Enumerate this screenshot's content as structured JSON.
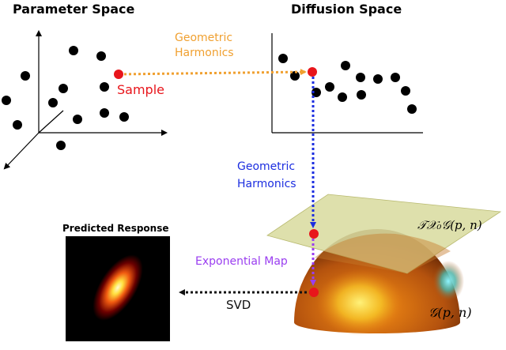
{
  "titles": {
    "parameter_space": "Parameter Space",
    "diffusion_space": "Diffusion Space",
    "predicted_response": "Predicted Response"
  },
  "labels": {
    "geometric_harmonics_top_1": "Geometric",
    "geometric_harmonics_top_2": "Harmonics",
    "sample": "Sample",
    "geometric_harmonics_mid_1": "Geometric",
    "geometric_harmonics_mid_2": "Harmonics",
    "exponential_map": "Exponential Map",
    "svd": "SVD",
    "tangent_plane": "𝒯𝒳₀𝒢(p, n)",
    "manifold": "𝒢(p, n)"
  },
  "colors": {
    "sample": "#e8151b",
    "geometric_harmonics_top": "#f0a030",
    "geometric_harmonics_mid": "#1c2ee0",
    "exponential_map": "#9a3ef0",
    "svd_arrow": "#111111",
    "plane_fill": "#d9dca0",
    "sphere": "#c85a10",
    "points": "#000000"
  }
}
